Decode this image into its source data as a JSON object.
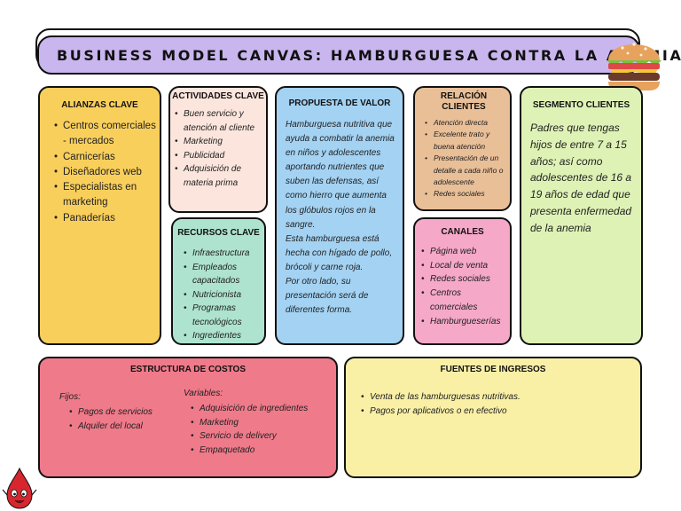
{
  "title": "BUSINESS MODEL CANVAS: HAMBURGUESA CONTRA LA ANEMIA",
  "alianzas": {
    "title": "ALIANZAS CLAVE",
    "items": [
      "Centros comerciales - mercados",
      "Carnicerías",
      "Diseñadores web",
      "Especialistas en marketing",
      "Panaderías"
    ]
  },
  "actividades": {
    "title": "ACTIVIDADES CLAVE",
    "items": [
      "Buen servicio y atención al cliente",
      "Marketing",
      "Publicidad",
      "Adquisición de materia prima"
    ]
  },
  "recursos": {
    "title": "RECURSOS CLAVE",
    "items": [
      "Infraestructura",
      "Empleados capacitados",
      "Nutricionista",
      "Programas tecnológicos",
      "Ingredientes"
    ]
  },
  "propuesta": {
    "title": "PROPUESTA DE VALOR",
    "text": "Hamburguesa nutritiva que ayuda a combatir la anemia en niños y adolescentes aportando nutrientes que suben las defensas, así como hierro que aumenta los glóbulos rojos en la sangre.",
    "text2": "Esta hamburguesa está hecha con hígado de pollo, brócoli y carne roja.",
    "text3": "Por otro lado, su presentación será de diferentes forma."
  },
  "relacion": {
    "title": "RELACIÓN CLIENTES",
    "items": [
      "Atención directa",
      "Excelente trato y buena atención",
      "Presentación de un detalle a cada niño o adolescente",
      "Redes sociales"
    ]
  },
  "canales": {
    "title": "CANALES",
    "items": [
      "Página web",
      "Local de venta",
      "Redes sociales",
      "Centros comerciales",
      "Hamburgueserías"
    ]
  },
  "segmento": {
    "title": "SEGMENTO CLIENTES",
    "text": "Padres que tengas hijos de entre 7 a 15 años; así como adolescentes de 16 a 19 años de edad que presenta enfermedad de la anemia"
  },
  "costos": {
    "title": "ESTRUCTURA DE COSTOS",
    "fijos_label": "Fijos:",
    "fijos": [
      "Pagos de servicios",
      "Alquiler del local"
    ],
    "variables_label": "Variables:",
    "variables": [
      "Adquisición de ingredientes",
      "Marketing",
      "Servicio de delivery",
      "Empaquetado"
    ]
  },
  "ingresos": {
    "title": "FUENTES DE INGRESOS",
    "items": [
      "Venta de las hamburguesas nutritivas.",
      "Pagos por aplicativos o en efectivo"
    ]
  }
}
